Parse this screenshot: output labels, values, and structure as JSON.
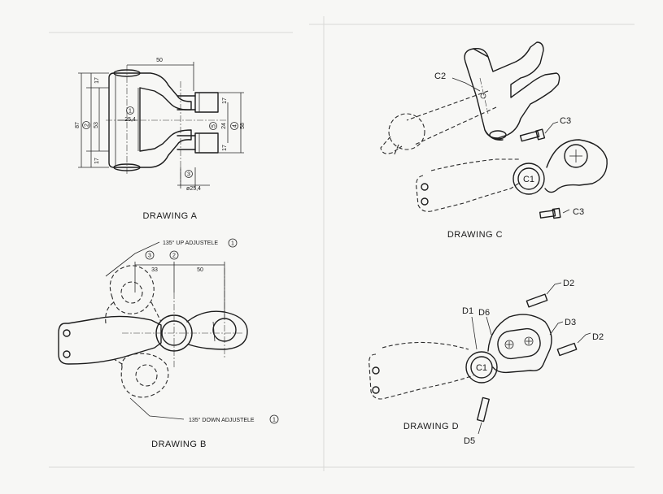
{
  "drawings": {
    "a": {
      "caption": "DRAWING A",
      "dims": {
        "width_50": "50",
        "h_17_top": "17",
        "h_87": "87",
        "h_53": "53",
        "h_17_bottom": "17",
        "d_25_4_center": "25,4",
        "circ_1": "1",
        "circ_2": "2",
        "circ_3": "3",
        "circ_4": "4",
        "circ_5": "5",
        "v_24": "24",
        "v_58": "58",
        "v_17_right_top": "17",
        "v_17_right_bottom": "17",
        "dia_25_4": "ø25,4"
      }
    },
    "b": {
      "caption": "DRAWING B",
      "up_note": "135° UP ADJUSTELE",
      "down_note": "135° DOWN  ADJUSTELE",
      "circ_1a": "1",
      "circ_1b": "1",
      "circ_2": "2",
      "circ_3": "3",
      "dim_33": "33",
      "dim_50": "50"
    },
    "c": {
      "caption": "DRAWING C",
      "c1": "C1",
      "c2": "C2",
      "c3_top": "C3",
      "c3_bottom": "C3"
    },
    "d": {
      "caption": "DRAWING D",
      "c1": "C1",
      "d1": "D1",
      "d2_top": "D2",
      "d2_right": "D2",
      "d3": "D3",
      "d5": "D5",
      "d6": "D6"
    }
  }
}
